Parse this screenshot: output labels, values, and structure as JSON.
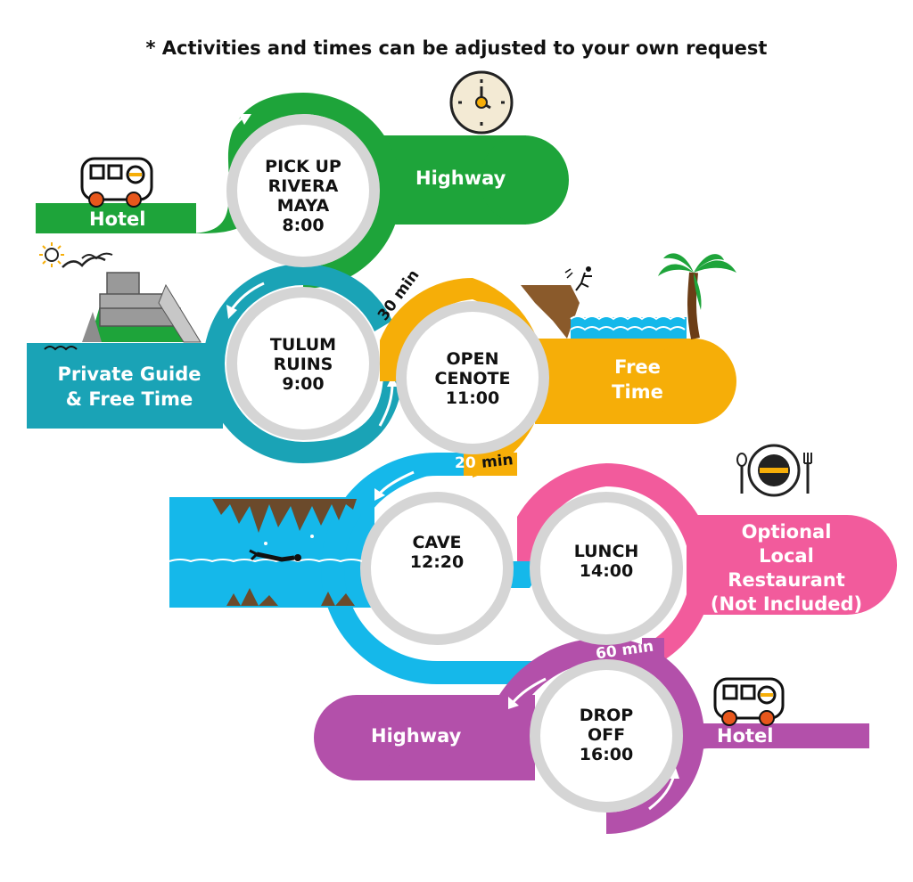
{
  "note": "* Activities and times can be adjusted to your own request",
  "colors": {
    "green": "#1ea43a",
    "teal": "#1aa3b6",
    "orange": "#f6ae08",
    "blue": "#15b8ea",
    "pink": "#f25b9c",
    "purple": "#b350aa",
    "ring": "#d5d5d5"
  },
  "stops": [
    {
      "lines": [
        "PICK UP",
        "RIVERA",
        "MAYA",
        "8:00"
      ]
    },
    {
      "lines": [
        "TULUM",
        "RUINS",
        "9:00"
      ]
    },
    {
      "lines": [
        "OPEN",
        "CENOTE",
        "11:00"
      ]
    },
    {
      "lines": [
        "CAVE",
        "12:20"
      ]
    },
    {
      "lines": [
        "LUNCH",
        "14:00"
      ]
    },
    {
      "lines": [
        "DROP",
        "OFF",
        "16:00"
      ]
    }
  ],
  "road_labels": {
    "hotel_start": "Hotel",
    "highway_1": "Highway",
    "tulum_activity": [
      "Private Guide",
      "& Free Time"
    ],
    "cenote_activity": [
      "Free",
      "Time"
    ],
    "lunch_activity": [
      "Optional",
      "Local",
      "Restaurant",
      "(Not Included)"
    ],
    "highway_2": "Highway",
    "hotel_end": "Hotel"
  },
  "durations": {
    "tulum_to_cenote": "30 min",
    "cenote_to_cave_num": "20",
    "cenote_to_cave_unit": "min",
    "lunch_to_dropoff": "60 min"
  },
  "icons": [
    "van-icon",
    "clock-icon",
    "sun-icon",
    "seagull-icon",
    "mayan-ruins-icon",
    "cliff-diver-icon",
    "palm-tree-icon",
    "waves-icon",
    "stalactite-cave-icon",
    "diver-icon",
    "plate-cutlery-icon"
  ]
}
